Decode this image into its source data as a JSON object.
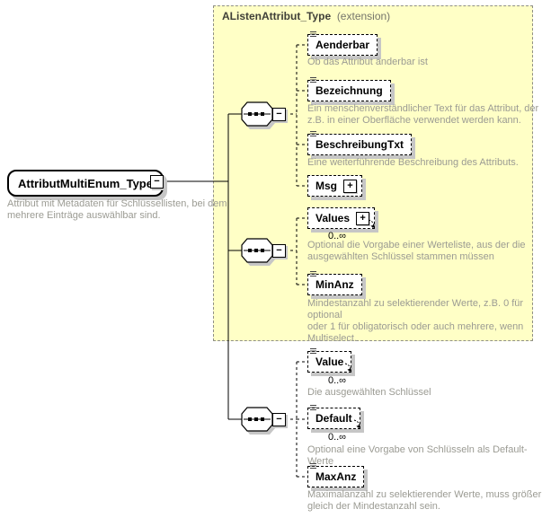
{
  "colors": {
    "extension_fill": "#FFFFC6",
    "extension_border": "#8F8F85",
    "annotation_text": "#9B9B93",
    "shadow": "#C6C6C6",
    "line": "#000000"
  },
  "icons": {
    "plus": "+",
    "minus": "−",
    "sequence": "sequence-compositor",
    "text_content": "text-content-icon",
    "repeat_arrow": "repeat-arrow-icon"
  },
  "root": {
    "name": "AttributMultiEnum_Type",
    "annotation": "Attribut mit Metadaten für Schlüssellisten, bei dem\nmehrere Einträge auswählbar sind."
  },
  "extension": {
    "title": "AListenAttribut_Type",
    "title_suffix": "(extension)"
  },
  "elements": [
    {
      "name": "Aenderbar",
      "annotation": "Ob das Attribut änderbar ist"
    },
    {
      "name": "Bezeichnung",
      "annotation": "Ein menschenverständlicher Text für das Attribut, der\nz.B. in einer Oberfläche verwendet werden kann."
    },
    {
      "name": "BeschreibungTxt",
      "annotation": "Eine weiterführende Beschreibung des Attributs."
    },
    {
      "name": "Msg"
    },
    {
      "name": "Values",
      "occurrence": "0..∞",
      "annotation": "Optional die Vorgabe einer Werteliste, aus der die\nausgewählten Schlüssel stammen müssen"
    },
    {
      "name": "MinAnz",
      "annotation": "Mindestanzahl zu selektierender Werte, z.B. 0 für optional\noder 1 für obligatorisch oder auch mehrere, wenn\nMultiselect."
    },
    {
      "name": "Value",
      "occurrence": "0..∞",
      "annotation": "Die ausgewählten Schlüssel"
    },
    {
      "name": "Default",
      "occurrence": "0..∞",
      "annotation": "Optional eine Vorgabe von Schlüsseln als Default-Werte"
    },
    {
      "name": "MaxAnz",
      "annotation": "Maximalanzahl zu selektierender Werte, muss größer\ngleich der Mindestanzahl sein."
    }
  ]
}
